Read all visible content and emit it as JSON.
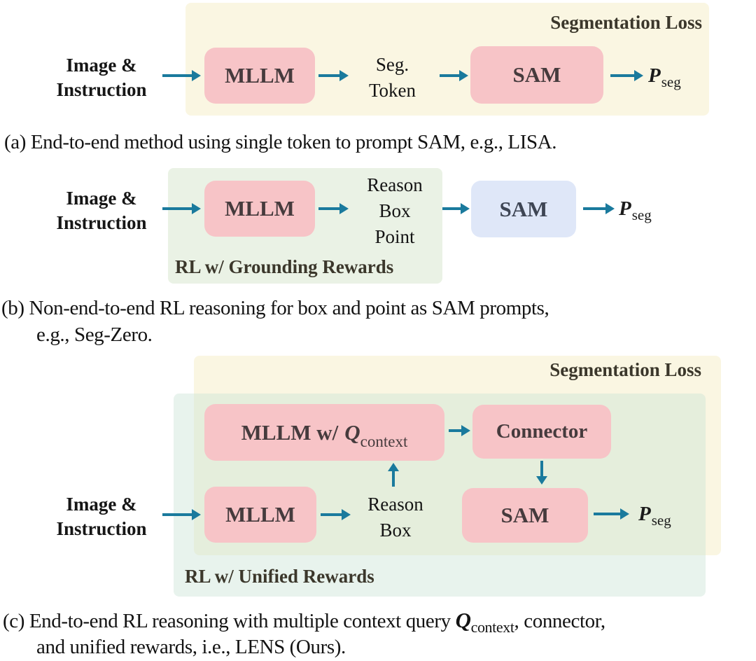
{
  "colors": {
    "pink_box": "#f7c4c7",
    "yellow_bg": "#faf6e2",
    "green_bg": "#eaf2e5",
    "blue_box": "#dfe7f8",
    "arrow": "#1a7a9d"
  },
  "panel_a": {
    "loss_label": "Segmentation Loss",
    "input_line1": "Image &",
    "input_line2": "Instruction",
    "mllm_label": "MLLM",
    "token_line1": "Seg.",
    "token_line2": "Token",
    "sam_label": "SAM",
    "output_p": "P",
    "output_sub": "seg",
    "caption": "(a) End-to-end method using single token to prompt SAM, e.g., LISA."
  },
  "panel_b": {
    "input_line1": "Image &",
    "input_line2": "Instruction",
    "mllm_label": "MLLM",
    "reason_line1": "Reason",
    "reason_line2": "Box",
    "reason_line3": "Point",
    "sam_label": "SAM",
    "output_p": "P",
    "output_sub": "seg",
    "rl_label": "RL w/ Grounding Rewards",
    "caption_line1": "(b) Non-end-to-end RL reasoning for box and point as SAM prompts,",
    "caption_line2": "e.g., Seg-Zero."
  },
  "panel_c": {
    "loss_label": "Segmentation Loss",
    "mllm_q_prefix": "MLLM w/",
    "mllm_q_symbol": "Q",
    "mllm_q_sub": "context",
    "connector_label": "Connector",
    "input_line1": "Image &",
    "input_line2": "Instruction",
    "mllm_label": "MLLM",
    "reason_line1": "Reason",
    "reason_line2": "Box",
    "sam_label": "SAM",
    "output_p": "P",
    "output_sub": "seg",
    "rl_label": "RL w/ Unified Rewards",
    "caption_part1": "(c) End-to-end RL reasoning with multiple context query ",
    "caption_q_symbol": "Q",
    "caption_q_sub": "context",
    "caption_part2": ", connector,",
    "caption_line2": "and unified  rewards, i.e., LENS (Ours)."
  }
}
